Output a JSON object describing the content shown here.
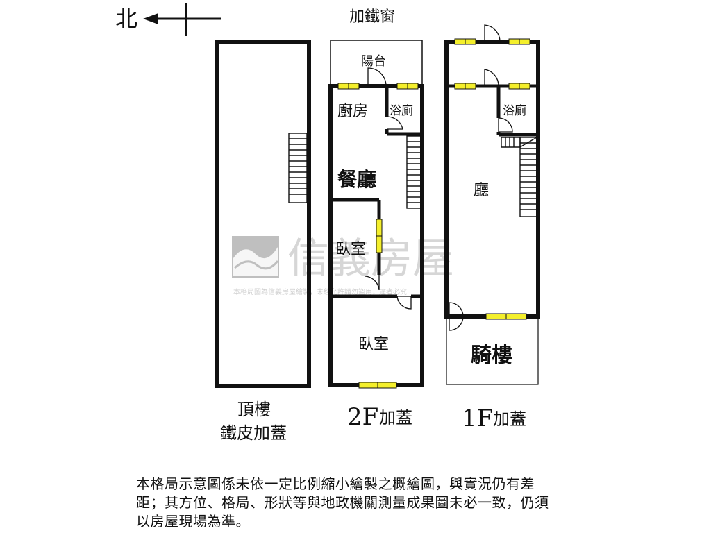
{
  "compass": {
    "north_label": "北"
  },
  "labels": {
    "window_top": "加鐵窗",
    "balcony": "陽台",
    "kitchen": "廚房",
    "bath_2f": "浴廁",
    "dining": "餐廳",
    "bedroom_mid": "臥室",
    "bedroom_bottom": "臥室",
    "bath_1f": "浴廁",
    "living": "廳",
    "arcade": "騎樓"
  },
  "floors": {
    "roof_line1": "頂樓",
    "roof_line2": "鐵皮加蓋",
    "f2_num": "2F",
    "f2_word": "加蓋",
    "f1_num": "1F",
    "f1_word": "加蓋"
  },
  "watermark": {
    "brand": "信義房屋",
    "notice": "本格局圖為信義房屋繪製，未經允許請勿盜用，違者必究"
  },
  "disclaimer": {
    "line1": "本格局示意圖係未依一定比例縮小繪製之概繪圖，與實況仍有差",
    "line2": "距；其方位、格局、形狀等與地政機關測量成果圖未必一致，仍須",
    "line3": "以房屋現場為準。"
  },
  "colors": {
    "wall": "#111111",
    "window_fill": "#f4ef2c",
    "watermark": "#d9d9d9",
    "logo_gray": "#bfbfbf"
  }
}
